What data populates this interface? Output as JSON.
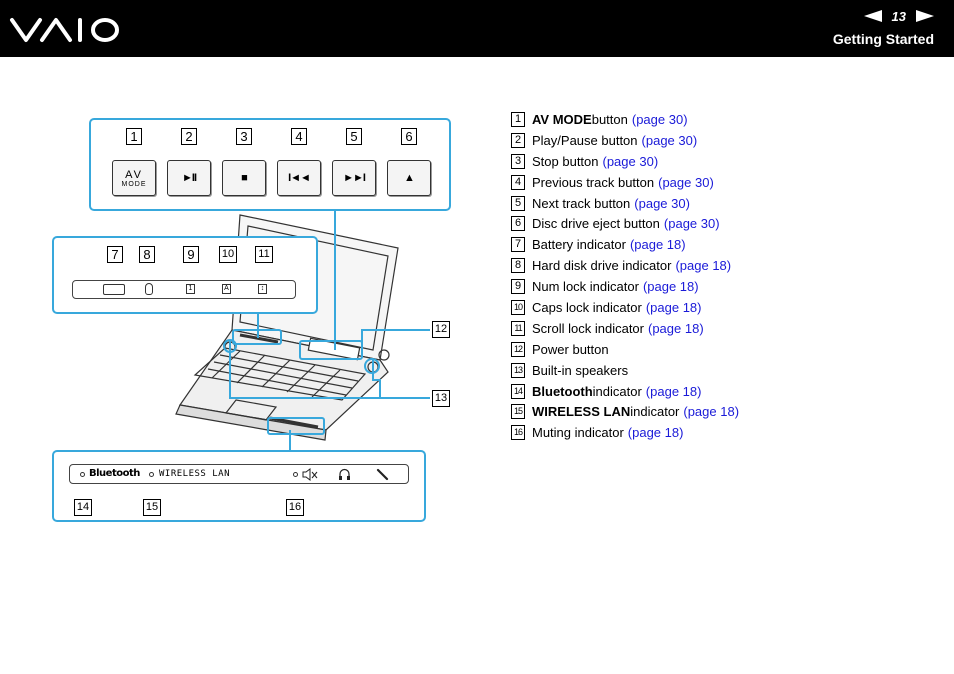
{
  "header": {
    "logo_text": "VAIO",
    "page_number": "13",
    "section_title": "Getting Started",
    "prev_icon": "left-triangle-icon",
    "next_icon": "right-triangle-icon"
  },
  "figure": {
    "buttons": [
      {
        "num": "1",
        "glyph": "",
        "top": "AV",
        "bottom": "MODE"
      },
      {
        "num": "2",
        "glyph": "►II"
      },
      {
        "num": "3",
        "glyph": "■"
      },
      {
        "num": "4",
        "glyph": "I◄◄"
      },
      {
        "num": "5",
        "glyph": "►►I"
      },
      {
        "num": "6",
        "glyph": "▲"
      }
    ],
    "indicators_top": [
      {
        "num": "7",
        "icon": "battery-icon"
      },
      {
        "num": "8",
        "icon": "hdd-icon"
      },
      {
        "num": "9",
        "icon": "num-lock-icon",
        "glyph": "1"
      },
      {
        "num": "10",
        "icon": "caps-lock-icon",
        "glyph": "A"
      },
      {
        "num": "11",
        "icon": "scroll-lock-icon",
        "glyph": "↕"
      }
    ],
    "side_labels": [
      "12",
      "13"
    ],
    "indicators_bottom": {
      "bluetooth_label": "Bluetooth",
      "wireless_label": "WIRELESS LAN",
      "nums": [
        "14",
        "15",
        "16"
      ],
      "mute_icon": "speaker-mute-icon",
      "headphone_icon": "headphone-icon",
      "mic_icon": "microphone-icon"
    }
  },
  "legend": [
    {
      "num": "1",
      "bold": "AV MODE",
      "text": " button",
      "link": "(page 30)"
    },
    {
      "num": "2",
      "bold": "",
      "text": "Play/Pause button",
      "link": "(page 30)"
    },
    {
      "num": "3",
      "bold": "",
      "text": "Stop button",
      "link": "(page 30)"
    },
    {
      "num": "4",
      "bold": "",
      "text": "Previous track button",
      "link": "(page 30)"
    },
    {
      "num": "5",
      "bold": "",
      "text": "Next track button",
      "link": "(page 30)"
    },
    {
      "num": "6",
      "bold": "",
      "text": "Disc drive eject button",
      "link": "(page 30)"
    },
    {
      "num": "7",
      "bold": "",
      "text": "Battery indicator",
      "link": "(page 18)"
    },
    {
      "num": "8",
      "bold": "",
      "text": "Hard disk drive indicator",
      "link": "(page 18)"
    },
    {
      "num": "9",
      "bold": "",
      "text": "Num lock indicator",
      "link": "(page 18)"
    },
    {
      "num": "10",
      "bold": "",
      "text": "Caps lock indicator",
      "link": "(page 18)"
    },
    {
      "num": "11",
      "bold": "",
      "text": "Scroll lock indicator",
      "link": "(page 18)"
    },
    {
      "num": "12",
      "bold": "",
      "text": "Power button",
      "link": ""
    },
    {
      "num": "13",
      "bold": "",
      "text": "Built-in speakers",
      "link": ""
    },
    {
      "num": "14",
      "bold": "Bluetooth",
      "text": " indicator",
      "link": "(page 18)"
    },
    {
      "num": "15",
      "bold": "WIRELESS LAN",
      "text": " indicator",
      "link": "(page 18)"
    },
    {
      "num": "16",
      "bold": "",
      "text": "Muting indicator",
      "link": "(page 18)"
    }
  ],
  "colors": {
    "header_bg": "#000000",
    "callout_border": "#38a8dc",
    "link": "#1a1ad8"
  }
}
